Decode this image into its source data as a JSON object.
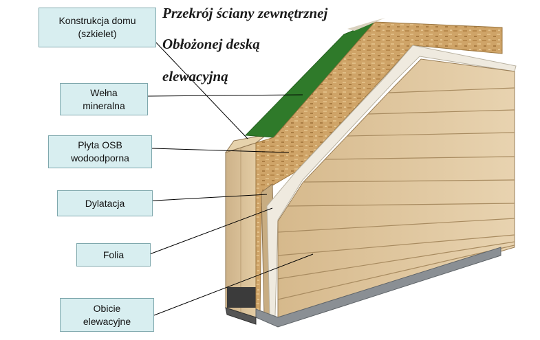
{
  "title_lines": [
    "Przekrój ściany zewnętrznej",
    "Obłożonej deską",
    "elewacyjną"
  ],
  "labels": [
    {
      "line1": "Konstrukcja domu",
      "line2": "(szkielet)"
    },
    {
      "line1": "Wełna",
      "line2": "mineralna"
    },
    {
      "line1": "Płyta OSB",
      "line2": "wodoodporna"
    },
    {
      "line1": "Dylatacja",
      "line2": ""
    },
    {
      "line1": "Folia",
      "line2": ""
    },
    {
      "line1": "Obicie",
      "line2": "elewacyjne"
    }
  ],
  "colors": {
    "label_bg": "#d8eef0",
    "wool": "#2f7a2a",
    "osb": "#c9a064",
    "wood": "#dcc095",
    "foil": "#ece8dc",
    "base": "#8a8f94"
  }
}
